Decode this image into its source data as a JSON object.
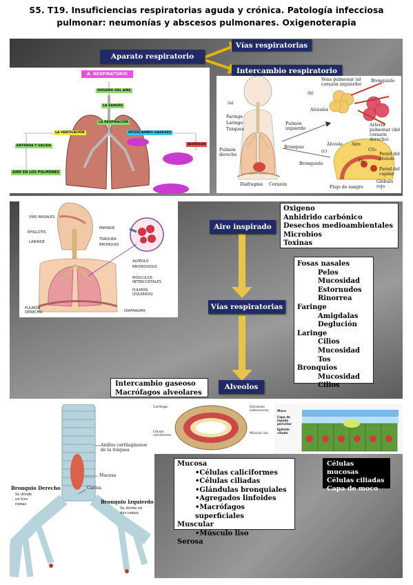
{
  "title": {
    "line1": "S5. T19. Insuficiencias respiratorias aguda y crónica. Patología infecciosa",
    "line2": "pulmonar: neumonías y abscesos pulmonares. Oxigenoterapia"
  },
  "panel1": {
    "aparato": "Aparato respiratorio",
    "vias": "Vías respiratorias",
    "intercambio": "Intercambio respiratorio",
    "concept_map": {
      "root": "A. RESPIRATORIO",
      "n1": "OXÍGENO DEL AIRE",
      "n2": "LA SANGRE",
      "n3": "LA RESPIRACIÓN",
      "ventilacion": "LA VENTILACIÓN",
      "intercambio_gaseoso": "INTERCAMBIO GASEOSO",
      "alveolos": "ALVÉOLOS",
      "aire_pulmones": "AIRE EN LOS PULMONES",
      "small1": "ENTRADA Y SALIDA"
    },
    "diagram_labels": {
      "a": "(a)",
      "b": "(b)",
      "c": "(c)",
      "faringe": "Faringe",
      "laringe": "Laringe",
      "traquea": "Tráquea",
      "pulmon_izq": "Pulmón izquierdo",
      "pulmon_der": "Pulmón derecho",
      "bronquio": "Bronquio",
      "bronquiolo": "Bronquiolo",
      "diafragma": "Diafragma",
      "corazon": "Corazón",
      "vena": "Vena pulmonar (al corazón izquierdo)",
      "bronquiolo_b": "Bronquiolo",
      "alveolos": "Alvéolos",
      "arteria": "Arteria pulmonar (del corazón derecho)",
      "alveolo": "Alvéolo",
      "aire": "Aire",
      "pared_alveolo": "Pared del alvéolo",
      "pared_capilar": "Pared del capilar",
      "globulo": "Glóbulo rojo",
      "flujo": "Flujo de sangre",
      "o2": "O₂",
      "co2": "CO₂"
    }
  },
  "panel2": {
    "aire_inspirado": "Aire inspirado",
    "vias": "Vías respiratorias",
    "alveolos": "Alveolos",
    "inspired_items": [
      "Oxigeno",
      "Anhidrido carbónico",
      "Desechos medioambientales",
      "Microbios",
      "Toxinas"
    ],
    "defense_list": [
      {
        "head": "Fosas nasales",
        "items": [
          "Pelos",
          "Mucosidad",
          "Estornudos",
          "Rinorrea"
        ]
      },
      {
        "head": "Faringe",
        "items": [
          "Amigdalas",
          "Deglución"
        ]
      },
      {
        "head": "Laringe",
        "items": [
          "Cilios",
          "Mucosidad",
          "Tos"
        ]
      },
      {
        "head": "Bronquios",
        "items": [
          "Mucosidad",
          "Cilios"
        ]
      }
    ],
    "alveolar_items": [
      "Intercambio gaseoso",
      "Macrófagos alveolares"
    ],
    "diagram_labels": {
      "vias_nasales": "VÍAS NASALES",
      "epiglotis": "EPIGLOTIS",
      "laringe": "LARINGE",
      "faringe": "FARINGE",
      "traquea": "TRÁQUEA",
      "bronquio": "BRONQUIO",
      "alveolo": "ALVÉOLO",
      "bronquiolo": "BRONQUIOLO",
      "musculos": "MÚSCULOS INTERCOSTALES",
      "pulmon_izq": "PULMÓN IZQUIERDO",
      "pulmon_der": "PULMÓN DERECHO",
      "diafragma": "DIAFRAGMA"
    }
  },
  "panel3": {
    "layers": [
      {
        "head": "Mucosa",
        "items": [
          "•Células caliciformes",
          "•Células ciliadas",
          "•Glándulas bronquiales",
          "•Agregados linfoides",
          "•Macrófagos superficiales"
        ]
      },
      {
        "head": "Muscular",
        "items": [
          "•Músculo liso"
        ]
      },
      {
        "head": "Serosa",
        "items": []
      }
    ],
    "cells": [
      "Células mucosas",
      "Células ciliadas",
      "Capa de moco"
    ],
    "trachea_labels": {
      "anillos": "Anillos cartilaginosos de la tráquea",
      "mucosa": "Mucosa",
      "carina": "Carina",
      "bronquio_der": "Bronquio Derecho",
      "bronquio_izq": "Bronquio Izquierdo",
      "der_sub": "Se divide en tres ramas",
      "izq_sub": "Se divide en dos ramas"
    },
    "section_labels": {
      "cartilago": "Cartílago",
      "glandulas": "Glándulas submucosas",
      "celulas": "Células caliciformes",
      "musculo": "Músculo liso",
      "moco": "Moco",
      "capa": "Capa de líquido periciliar",
      "epitelio": "Epitelio ciliado"
    }
  }
}
